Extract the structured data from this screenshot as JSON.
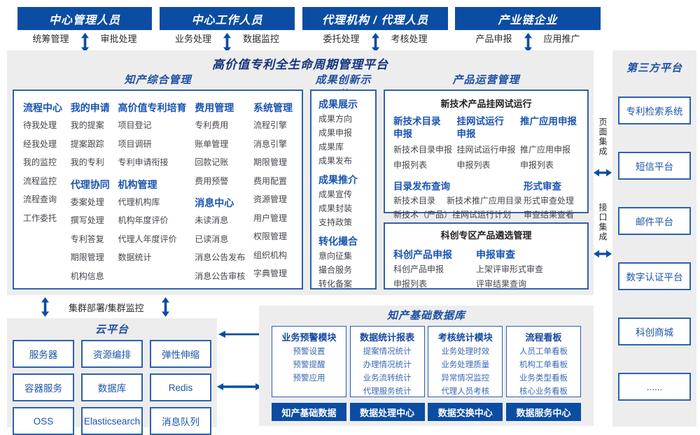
{
  "top_actors": [
    {
      "title": "中心管理人员",
      "left_label": "统筹管理",
      "right_label": "审批处理"
    },
    {
      "title": "中心工作人员",
      "left_label": "业务处理",
      "right_label": "数据监控"
    },
    {
      "title": "代理机构 / 代理人员",
      "left_label": "委托处理",
      "right_label": "考核处理"
    },
    {
      "title": "产业链企业",
      "left_label": "产品申报",
      "right_label": "应用推广"
    }
  ],
  "platform": {
    "title": "高价值专利全生命周期管理平台",
    "ip_mgmt": {
      "title": "知产综合管理",
      "columns": [
        {
          "groups": [
            {
              "header": "流程中心",
              "items": [
                "待我处理",
                "经我处理",
                "我的监控",
                "流程监控",
                "流程查询",
                "工作委托"
              ]
            }
          ]
        },
        {
          "groups": [
            {
              "header": "我的申请",
              "items": [
                "我的提案",
                "提案跟踪",
                "我的专利"
              ]
            },
            {
              "header": "代理协同",
              "items": [
                "委案处理",
                "撰写处理",
                "专利答复",
                "期限管理",
                "机构信息"
              ]
            }
          ]
        },
        {
          "groups": [
            {
              "header": "高价值专利培育",
              "items": [
                "项目登记",
                "项目调研",
                "专利申请衔接"
              ]
            },
            {
              "header": "机构管理",
              "items": [
                "代理机构库",
                "机构年度评价",
                "代理人年度评价",
                "数据统计"
              ]
            }
          ]
        },
        {
          "groups": [
            {
              "header": "费用管理",
              "items": [
                "专利费用",
                "账单管理",
                "回款记账",
                "费用预警"
              ]
            },
            {
              "header": "消息中心",
              "items": [
                "未读消息",
                "已读消息",
                "消息公告发布",
                "消息公告审核"
              ]
            }
          ]
        },
        {
          "groups": [
            {
              "header": "系统管理",
              "items": [
                "流程引擎",
                "消息引擎",
                "期限管理",
                "费用配置",
                "资源管理",
                "用户管理",
                "权限管理",
                "组织机构",
                "字典管理"
              ]
            }
          ]
        }
      ]
    },
    "innovation": {
      "title": "成果创新示范",
      "groups": [
        {
          "header": "成果展示",
          "items": [
            "成果方向",
            "成果申报",
            "成果库",
            "成果发布"
          ]
        },
        {
          "header": "成果推介",
          "items": [
            "成果宣传",
            "成果封装",
            "支持政策"
          ]
        },
        {
          "header": "转化撮合",
          "items": [
            "意向征集",
            "撮合服务",
            "转化备案"
          ]
        }
      ]
    },
    "product_ops": {
      "title": "产品运营管理",
      "trial": {
        "title": "新技术产品挂网试运行",
        "columns": [
          {
            "header": "新技术目录申报",
            "items": [
              "新技术目录申报",
              "申报列表"
            ]
          },
          {
            "header": "挂网试运行申报",
            "items": [
              "挂网试运行申报",
              "申报列表"
            ]
          },
          {
            "header": "推广应用申报",
            "items": [
              "推广应用申报",
              "申报列表"
            ]
          }
        ],
        "catalog": {
          "header": "目录发布查询",
          "items": [
            "新技术目录",
            "新技术推广应用目录",
            "新技术（产品）挂网试运行计划"
          ]
        },
        "review": {
          "header": "形式审查",
          "items": [
            "形式审查处理",
            "审查结果查看"
          ]
        }
      },
      "selection": {
        "title": "科创专区产品遴选管理",
        "columns": [
          {
            "header": "科创产品申报",
            "items": [
              "科创产品申报",
              "申报列表"
            ]
          },
          {
            "header": "申报审查",
            "items": [
              "上架评审形式审查",
              "评审结果查询"
            ]
          }
        ]
      }
    }
  },
  "cluster_label": "集群部署/集群监控",
  "cloud": {
    "title": "云平台",
    "services": [
      "服务器",
      "资源编排",
      "弹性伸缩",
      "容器服务",
      "数据库",
      "Redis",
      "OSS",
      "Elasticsearch",
      "消息队列"
    ]
  },
  "data_warehouse": {
    "title": "知产基础数据库",
    "modules": [
      {
        "header": "业务预警模块",
        "items": [
          "预警设置",
          "预警提醒",
          "预警应用"
        ]
      },
      {
        "header": "数据统计报表",
        "items": [
          "提案情况统计",
          "办理情况统计",
          "业务流转统计",
          "代理服务统计"
        ]
      },
      {
        "header": "考核统计模块",
        "items": [
          "业务处理时效",
          "业务处理质量",
          "异常情况监控",
          "代理人员考核"
        ]
      },
      {
        "header": "流程看板",
        "items": [
          "人员工单看板",
          "机构工单看板",
          "业务类型看板",
          "核心业务看板"
        ]
      }
    ],
    "centers": [
      "知产基础数据",
      "数据处理中心",
      "数据交换中心",
      "数据服务中心"
    ]
  },
  "third_party": {
    "title": "第三方平台",
    "systems": [
      "专利检索系统",
      "短信平台",
      "邮件平台",
      "数字认证平台",
      "科创商城",
      "......"
    ],
    "page_integration": "页面集成",
    "api_integration": "接口集成"
  },
  "colors": {
    "primary": "#0b4da2",
    "panel_bg": "#ededee",
    "box_border": "#2e61ad",
    "section_header": "#1d4fa1",
    "group_header": "#1b55b0",
    "item_text": "#45464e",
    "item_blue": "#3a68b0",
    "title_text": "#13337b"
  }
}
